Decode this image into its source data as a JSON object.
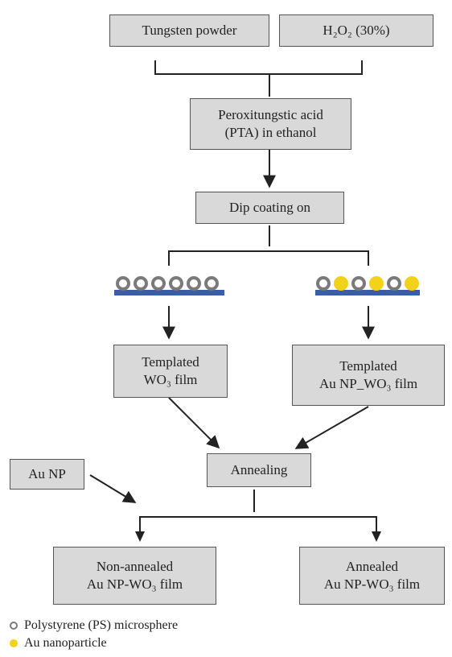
{
  "boxes": {
    "tungsten": "Tungsten powder",
    "h2o2": "H₂O₂ (30%)",
    "pta_line1": "Peroxitungstic acid",
    "pta_line2": "(PTA) in ethanol",
    "dip": "Dip coating on",
    "tpl_wo3_line1": "Templated",
    "tpl_wo3_line2": "WO₃ film",
    "tpl_au_line1": "Templated",
    "tpl_au_line2": "Au NP_WO₃ film",
    "annealing": "Annealing",
    "au_np": "Au NP",
    "non_annealed_line1": "Non-annealed",
    "non_annealed_line2": "Au NP-WO₃ film",
    "annealed_line1": "Annealed",
    "annealed_line2": "Au NP-WO₃ film"
  },
  "legend": {
    "ps": "Polystyrene (PS) microsphere",
    "au": "Au nanoparticle"
  },
  "colors": {
    "box_fill": "#d9d9d9",
    "substrate": "#3a5da8",
    "ps_sphere_stroke": "#7a7a7a",
    "au_sphere": "#f3d21a"
  }
}
